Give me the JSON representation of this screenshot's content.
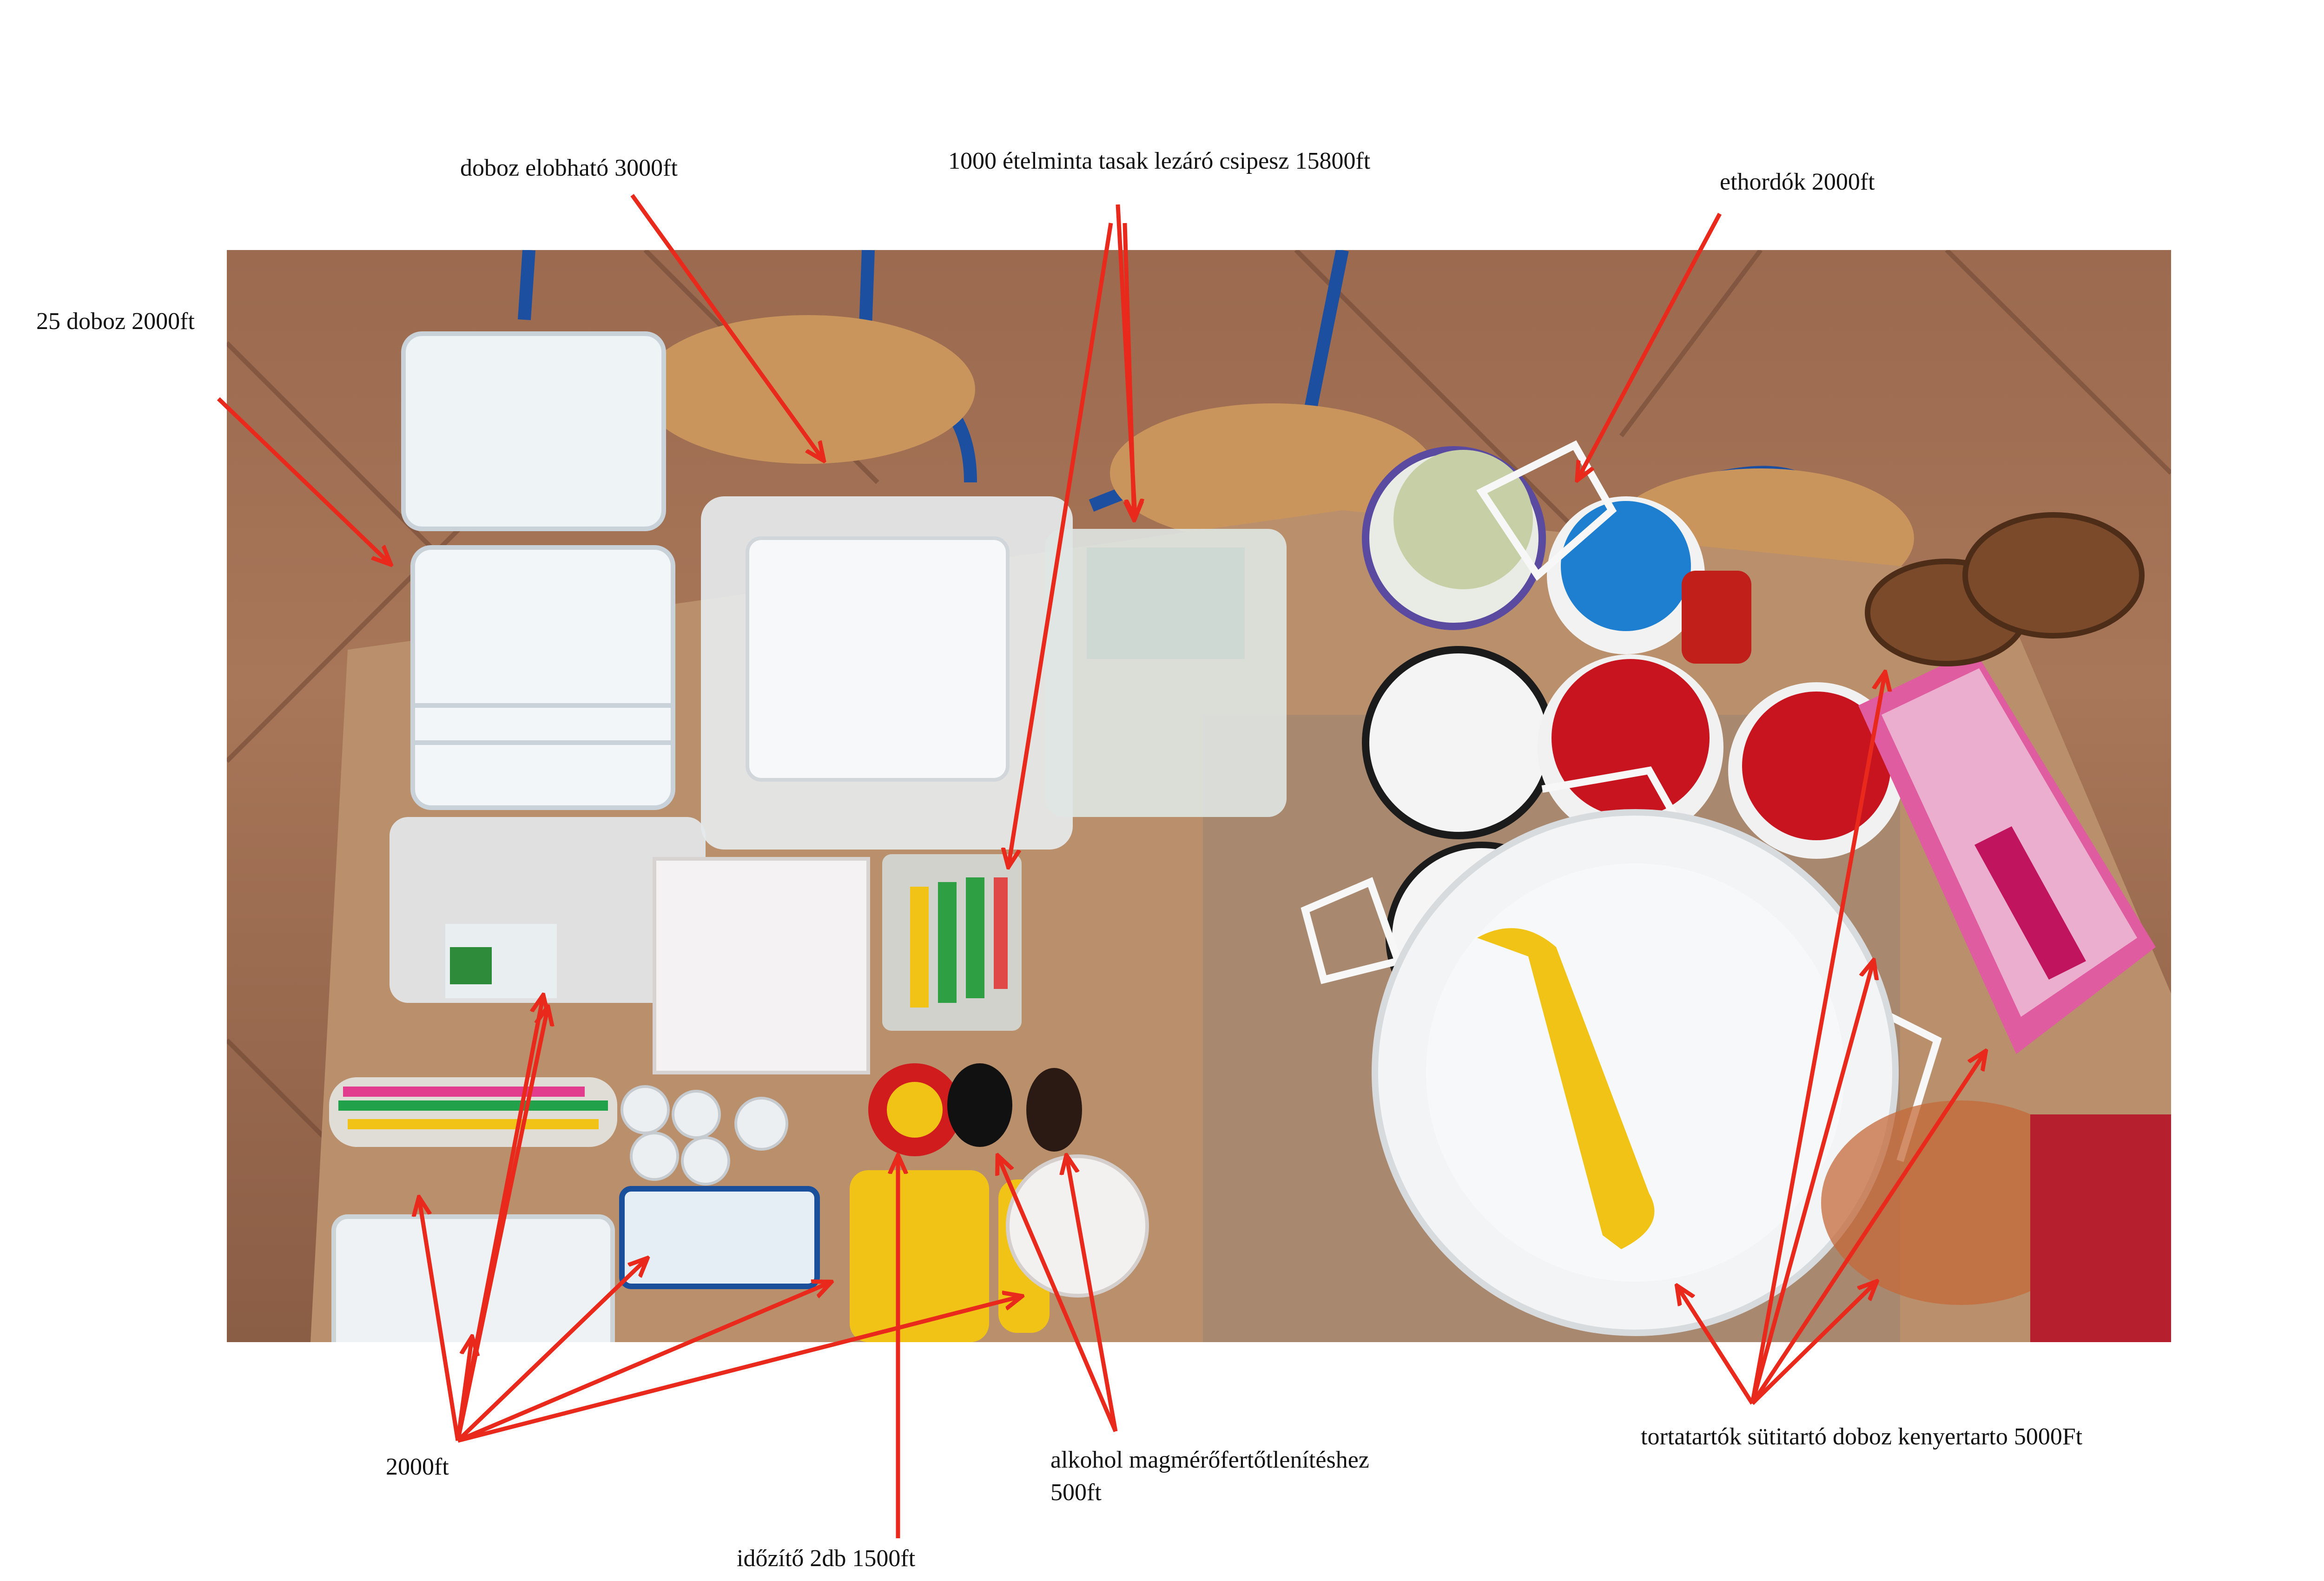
{
  "labels": {
    "boxes_25": "25 doboz 2000ft",
    "box_oven": "doboz elobható 3000ft",
    "sample_bags": "1000 ételminta tasak lezáró csipesz 15800ft",
    "lunchboxes": "ethordók 2000ft",
    "misc_2000": "2000ft",
    "timer": "időzítő 2db 1500ft",
    "alcohol_line1": "alkohol magmérőfertőtlenítéshez",
    "alcohol_line2": "500ft",
    "cake_carriers": "tortatartók sütitartó doboz kenyertarto 5000Ft"
  },
  "colors": {
    "arrow": "#e8291c",
    "floor": "#a87658",
    "cardboard": "#b98f6c",
    "red_lid": "#c8141e",
    "blue_lid": "#1e7fd0",
    "yellow": "#f2c317",
    "pink": "#d6267e"
  }
}
